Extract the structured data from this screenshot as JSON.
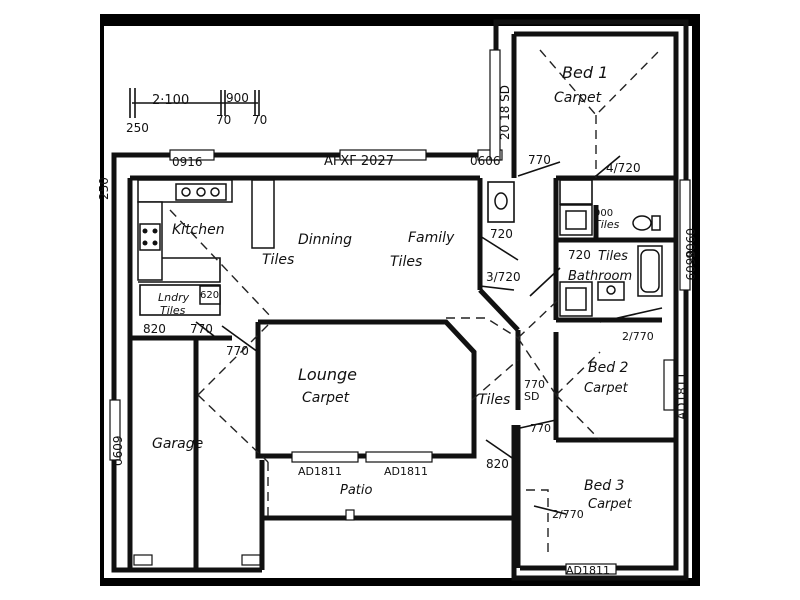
{
  "colors": {
    "ink": "#111111",
    "paper": "#ffffff",
    "frame": "#000000"
  },
  "dimensions": {
    "d_2100": "2·100",
    "d_900": "900",
    "d_250": "250",
    "d_70a": "70",
    "d_70b": "70",
    "d_250_side": "250"
  },
  "openings": {
    "w_0916": "0916",
    "w_afxf": "AFXF 2027",
    "w_0606": "0606",
    "w_2018sd": "20 18 SD",
    "w_0906": "0906",
    "w_0609_right": "0609",
    "w_0609_left": "0609",
    "w_ad1811_right": "AD1811",
    "w_ad1811_patio_a": "AD1811",
    "w_ad1811_patio_b": "AD1811",
    "w_ad1811_bottom": "AD1811"
  },
  "doors": {
    "d770_bed1": "770",
    "d4720": "4/720",
    "d720_a": "720",
    "d3720": "3/720",
    "d720_tiles": "720",
    "d820_a": "820",
    "d770_lndry": "770",
    "d770_garage": "770",
    "d2770": "2/770",
    "d770sd": "770\nSD",
    "d770_bed3": "770",
    "d820_b": "820",
    "d2770_b": "2/770",
    "d620": "620"
  },
  "rooms": {
    "bed1": "Bed 1",
    "bed1_floor": "Carpet",
    "wc_900": "900",
    "wc_tiles": "Tiles",
    "bathroom_tiles": "Tiles",
    "bathroom": "Bathroom",
    "kitchen": "Kitchen",
    "dinning": "Dinning",
    "family": "Family",
    "tiles_kitchen": "Tiles",
    "tiles_family": "Tiles",
    "lndry": "Lndry",
    "lndry_tiles": "Tiles",
    "lounge": "Lounge",
    "lounge_floor": "Carpet",
    "tiles_hall": "Tiles",
    "garage": "Garage",
    "patio": "Patio",
    "bed2": "Bed 2",
    "bed2_floor": "Carpet",
    "bed3": "Bed 3",
    "bed3_floor": "Carpet"
  }
}
